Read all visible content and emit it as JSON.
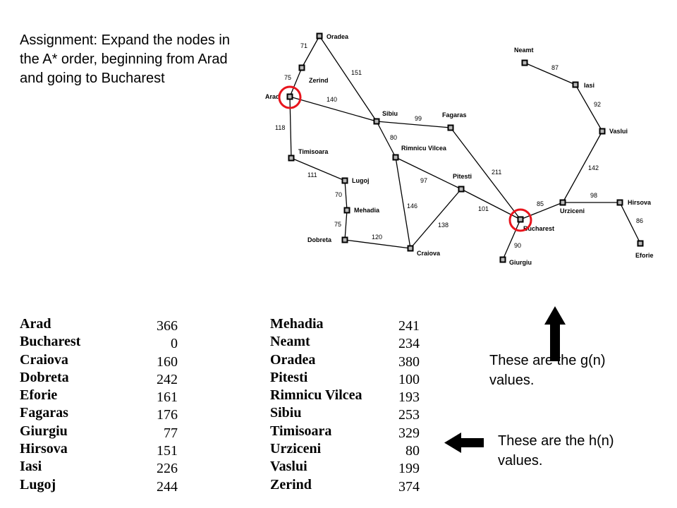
{
  "assignment_text": "Assignment: Expand the nodes in the A* order, beginning from Arad and going to Bucharest",
  "cities": [
    {
      "id": "oradea",
      "label": "Oradea"
    },
    {
      "id": "zerind",
      "label": "Zerind"
    },
    {
      "id": "arad",
      "label": "Arad"
    },
    {
      "id": "timisoara",
      "label": "Timisoara"
    },
    {
      "id": "lugoj",
      "label": "Lugoj"
    },
    {
      "id": "mehadia",
      "label": "Mehadia"
    },
    {
      "id": "dobreta",
      "label": "Dobreta"
    },
    {
      "id": "craiova",
      "label": "Craiova"
    },
    {
      "id": "sibiu",
      "label": "Sibiu"
    },
    {
      "id": "rimnicu",
      "label": "Rimnicu Vilcea"
    },
    {
      "id": "fagaras",
      "label": "Fagaras"
    },
    {
      "id": "pitesti",
      "label": "Pitesti"
    },
    {
      "id": "bucharest",
      "label": "Bucharest"
    },
    {
      "id": "giurgiu",
      "label": "Giurgiu"
    },
    {
      "id": "urziceni",
      "label": "Urziceni"
    },
    {
      "id": "hirsova",
      "label": "Hirsova"
    },
    {
      "id": "eforie",
      "label": "Eforie"
    },
    {
      "id": "vaslui",
      "label": "Vaslui"
    },
    {
      "id": "iasi",
      "label": "Iasi"
    },
    {
      "id": "neamt",
      "label": "Neamt"
    }
  ],
  "roads": [
    {
      "from": "arad",
      "to": "zerind",
      "cost": "75"
    },
    {
      "from": "zerind",
      "to": "oradea",
      "cost": "71"
    },
    {
      "from": "oradea",
      "to": "sibiu",
      "cost": "151"
    },
    {
      "from": "arad",
      "to": "sibiu",
      "cost": "140"
    },
    {
      "from": "arad",
      "to": "timisoara",
      "cost": "118"
    },
    {
      "from": "timisoara",
      "to": "lugoj",
      "cost": "111"
    },
    {
      "from": "lugoj",
      "to": "mehadia",
      "cost": "70"
    },
    {
      "from": "mehadia",
      "to": "dobreta",
      "cost": "75"
    },
    {
      "from": "dobreta",
      "to": "craiova",
      "cost": "120"
    },
    {
      "from": "sibiu",
      "to": "fagaras",
      "cost": "99"
    },
    {
      "from": "sibiu",
      "to": "rimnicu",
      "cost": "80"
    },
    {
      "from": "rimnicu",
      "to": "pitesti",
      "cost": "97"
    },
    {
      "from": "rimnicu",
      "to": "craiova",
      "cost": "146"
    },
    {
      "from": "craiova",
      "to": "pitesti",
      "cost": "138"
    },
    {
      "from": "fagaras",
      "to": "bucharest",
      "cost": "211"
    },
    {
      "from": "pitesti",
      "to": "bucharest",
      "cost": "101"
    },
    {
      "from": "bucharest",
      "to": "giurgiu",
      "cost": "90"
    },
    {
      "from": "bucharest",
      "to": "urziceni",
      "cost": "85"
    },
    {
      "from": "urziceni",
      "to": "hirsova",
      "cost": "98"
    },
    {
      "from": "hirsova",
      "to": "eforie",
      "cost": "86"
    },
    {
      "from": "urziceni",
      "to": "vaslui",
      "cost": "142"
    },
    {
      "from": "vaslui",
      "to": "iasi",
      "cost": "92"
    },
    {
      "from": "iasi",
      "to": "neamt",
      "cost": "87"
    }
  ],
  "highlighted": [
    "arad",
    "bucharest"
  ],
  "highlight_color": "#e8141c",
  "heuristic_table": [
    [
      {
        "city": "Arad",
        "h": "366"
      },
      {
        "city": "Bucharest",
        "h": "0"
      },
      {
        "city": "Craiova",
        "h": "160"
      },
      {
        "city": "Dobreta",
        "h": "242"
      },
      {
        "city": "Eforie",
        "h": "161"
      },
      {
        "city": "Fagaras",
        "h": "176"
      },
      {
        "city": "Giurgiu",
        "h": "77"
      },
      {
        "city": "Hirsova",
        "h": "151"
      },
      {
        "city": "Iasi",
        "h": "226"
      },
      {
        "city": "Lugoj",
        "h": "244"
      }
    ],
    [
      {
        "city": "Mehadia",
        "h": "241"
      },
      {
        "city": "Neamt",
        "h": "234"
      },
      {
        "city": "Oradea",
        "h": "380"
      },
      {
        "city": "Pitesti",
        "h": "100"
      },
      {
        "city": "Rimnicu Vilcea",
        "h": "193"
      },
      {
        "city": "Sibiu",
        "h": "253"
      },
      {
        "city": "Timisoara",
        "h": "329"
      },
      {
        "city": "Urziceni",
        "h": "80"
      },
      {
        "city": "Vaslui",
        "h": "199"
      },
      {
        "city": "Zerind",
        "h": "374"
      }
    ]
  ],
  "notes": {
    "g": "These are the g(n) values.",
    "h": "These are the h(n) values."
  }
}
